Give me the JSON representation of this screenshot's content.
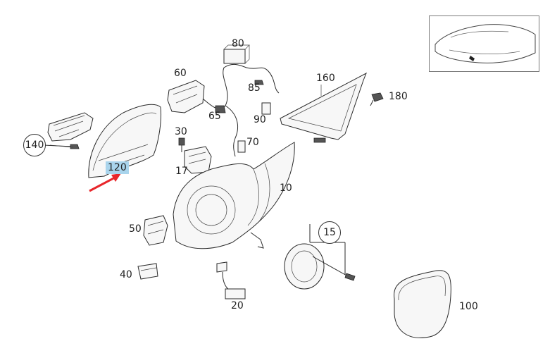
{
  "callouts": {
    "p10": "10",
    "p15": "15",
    "p17": "17",
    "p20": "20",
    "p30": "30",
    "p40": "40",
    "p50": "50",
    "p60": "60",
    "p65": "65",
    "p70": "70",
    "p80": "80",
    "p85": "85",
    "p90": "90",
    "p100": "100",
    "p120": "120",
    "p140": "140",
    "p160": "160",
    "p180": "180"
  },
  "highlighted_part": "120",
  "colors": {
    "highlight": "#a9d4ec",
    "arrow": "#e8262b",
    "line": "#2a2a2a"
  },
  "icons": {
    "pointer": "red-arrow-icon",
    "vehicle": "car-outline-icon"
  }
}
